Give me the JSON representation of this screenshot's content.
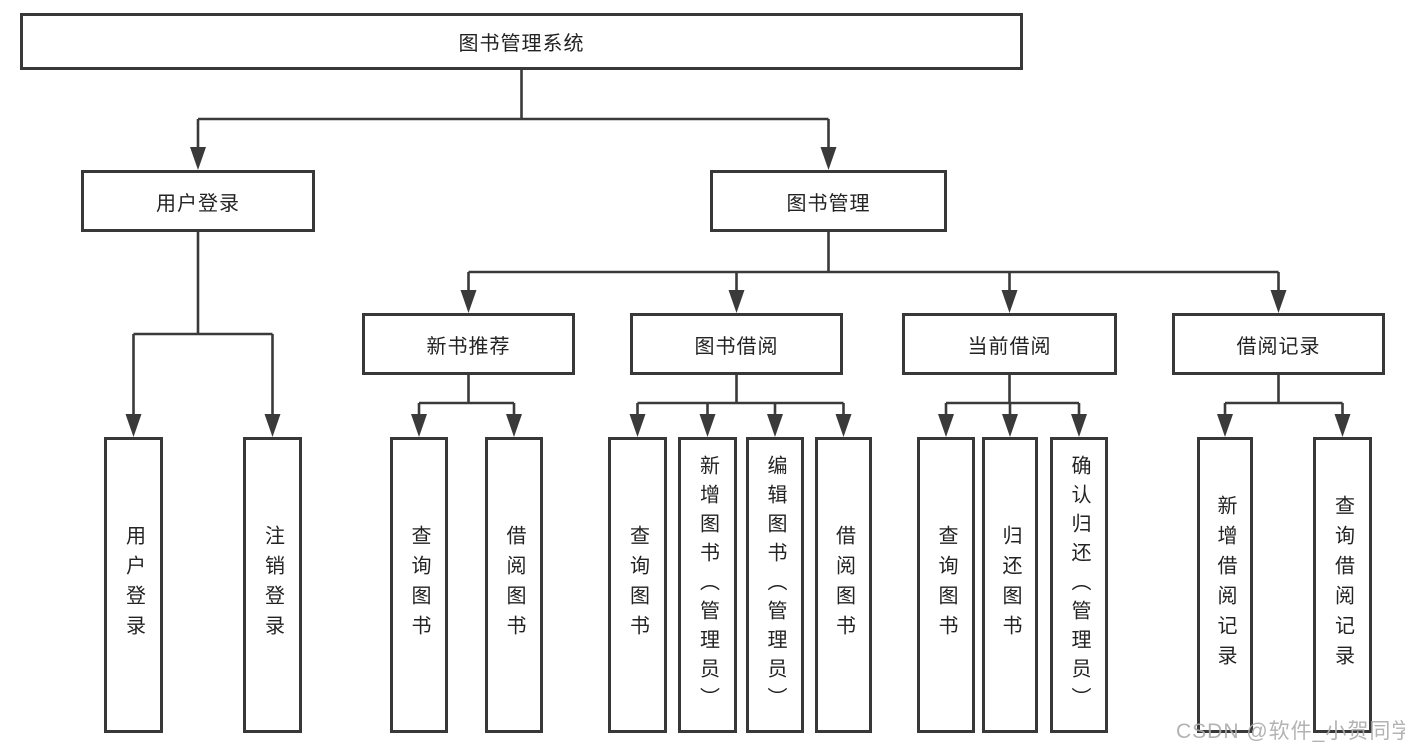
{
  "watermark": "CSDN @软件_小贺同学",
  "colors": {
    "line": "#3a3a3a",
    "border": "#383838",
    "text": "#232323",
    "background": "#ffffff",
    "watermark": "#acacac"
  },
  "tree": {
    "label": "图书管理系统",
    "children": [
      {
        "label": "用户登录",
        "children": [
          {
            "label": "用户登录"
          },
          {
            "label": "注销登录"
          }
        ]
      },
      {
        "label": "图书管理",
        "children": [
          {
            "label": "新书推荐",
            "children": [
              {
                "label": "查询图书"
              },
              {
                "label": "借阅图书"
              }
            ]
          },
          {
            "label": "图书借阅",
            "children": [
              {
                "label": "查询图书"
              },
              {
                "label": "新增图书（管理员）"
              },
              {
                "label": "编辑图书（管理员）"
              },
              {
                "label": "借阅图书"
              }
            ]
          },
          {
            "label": "当前借阅",
            "children": [
              {
                "label": "查询图书"
              },
              {
                "label": "归还图书"
              },
              {
                "label": "确认归还（管理员）"
              }
            ]
          },
          {
            "label": "借阅记录",
            "children": [
              {
                "label": "新增借阅记录"
              },
              {
                "label": "查询借阅记录"
              }
            ]
          }
        ]
      }
    ]
  }
}
